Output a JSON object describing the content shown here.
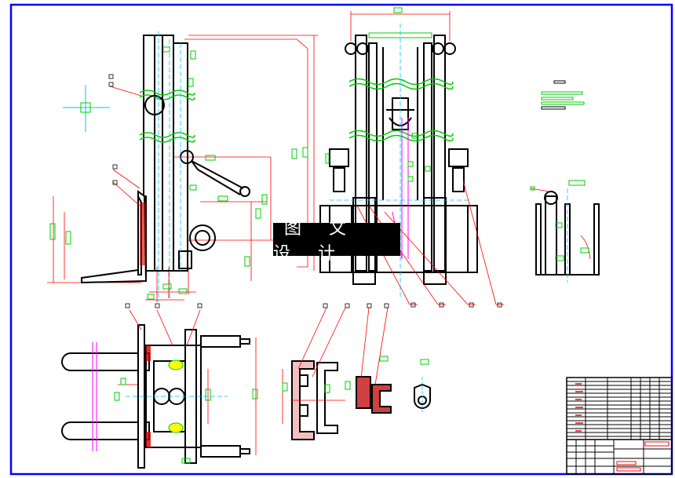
{
  "watermark": {
    "text": "图 文 设 计"
  },
  "colors": {
    "frame": "#0000ff",
    "outline": "#000000",
    "centerline": "#00c0ff",
    "dimension": "#ff0000",
    "annotation": "#00cc00",
    "hatch": "#cc0000",
    "accent": "#ff00ff",
    "highlight": "#ffff00"
  },
  "views": [
    {
      "id": "side-view"
    },
    {
      "id": "front-view"
    },
    {
      "id": "detail-view"
    },
    {
      "id": "plan-view"
    },
    {
      "id": "section-details"
    },
    {
      "id": "title-block"
    }
  ]
}
